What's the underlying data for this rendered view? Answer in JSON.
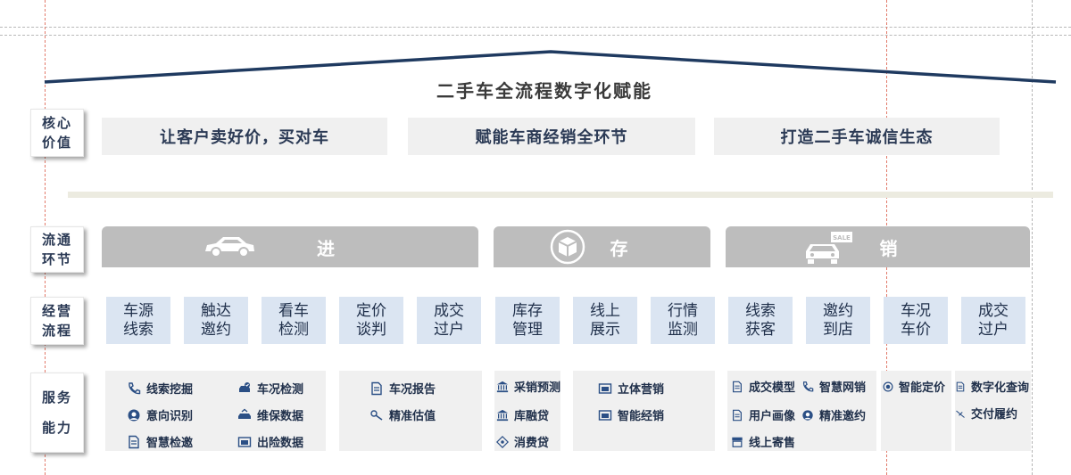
{
  "title": "二手车全流程数字化赋能",
  "rows": {
    "core_value": [
      "核心",
      "价值"
    ],
    "circulation": [
      "流通",
      "环节"
    ],
    "operation": [
      "经营",
      "流程"
    ],
    "service": [
      "服务",
      "能力"
    ]
  },
  "core_values": [
    "让客户卖好价，买对车",
    "赋能车商经销全环节",
    "打造二手车诚信生态"
  ],
  "stages": [
    {
      "label": "进",
      "icon": "car-icon"
    },
    {
      "label": "存",
      "icon": "inventory-box-icon"
    },
    {
      "label": "销",
      "icon": "sale-car-icon"
    }
  ],
  "processes": [
    [
      "车源",
      "线索"
    ],
    [
      "触达",
      "邀约"
    ],
    [
      "看车",
      "检测"
    ],
    [
      "定价",
      "谈判"
    ],
    [
      "成交",
      "过户"
    ],
    [
      "库存",
      "管理"
    ],
    [
      "线上",
      "展示"
    ],
    [
      "行情",
      "监测"
    ],
    [
      "线索",
      "获客"
    ],
    [
      "邀约",
      "到店"
    ],
    [
      "车况",
      "车价"
    ],
    [
      "成交",
      "过户"
    ]
  ],
  "capabilities": {
    "group1": [
      "线索挖掘",
      "车况检测",
      "意向识别",
      "维保数据",
      "智慧检邀",
      "出险数据"
    ],
    "group2": [
      "车况报告",
      "精准估值"
    ],
    "group3": [
      "采销预测",
      "库融贷",
      "消费贷"
    ],
    "group4": [
      "立体营销",
      "智能经销"
    ],
    "group5": [
      "成交模型",
      "智慧网销",
      "用户画像",
      "精准邀约",
      "线上寄售"
    ],
    "group6": [
      "智能定价"
    ],
    "group7": [
      "数字化查询",
      "交付履约"
    ]
  },
  "colors": {
    "roof": "#1f3a60",
    "stage_bg": "#bdbdbd",
    "process_bg": "#dbe5f2",
    "box_bg": "#f0f0f0",
    "text": "#2b3a55"
  }
}
